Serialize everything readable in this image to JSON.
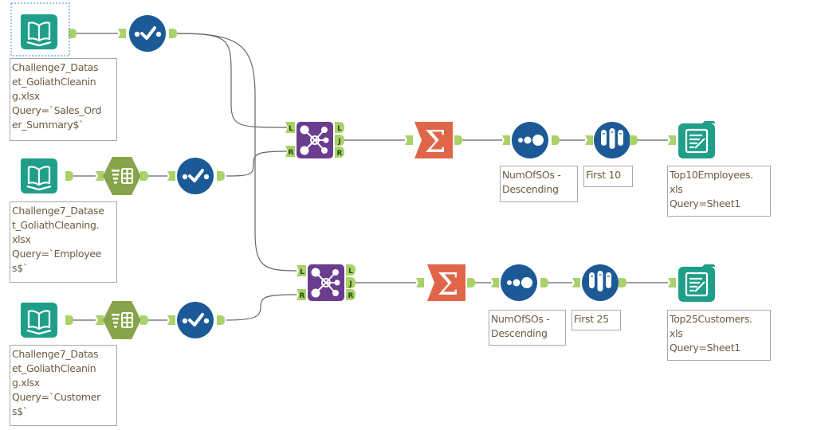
{
  "workflow": {
    "colors": {
      "input_teal": "#1f9e89",
      "select_blue": "#1b5a96",
      "filter_olive": "#88a44a",
      "join_purple": "#6a3d8f",
      "summarize_orange": "#e0664a",
      "anchor_green": "#a9d26a",
      "connector": "#666666",
      "annotation_text": "#6b5b3f",
      "selection": "#3a8ee6"
    },
    "tools": {
      "input1": {
        "icon": "input-data-icon",
        "annotation": "Challenge7_Datas\net_GoliathCleanin\ng.xlsx\nQuery=`Sales_Ord\ner_Summary$`"
      },
      "select1": {
        "icon": "select-icon"
      },
      "input2": {
        "icon": "input-data-icon",
        "annotation": "Challenge7_Datase\nt_GoliathCleaning.\nxlsx\nQuery=`Employee\ns$`"
      },
      "filter2": {
        "icon": "dynamic-select-icon"
      },
      "select2": {
        "icon": "select-icon"
      },
      "input3": {
        "icon": "input-data-icon",
        "annotation": "Challenge7_Datas\net_GoliathCleanin\ng.xlsx\nQuery=`Customer\ns$`"
      },
      "filter3": {
        "icon": "dynamic-select-icon"
      },
      "select3": {
        "icon": "select-icon"
      },
      "join1": {
        "icon": "join-icon",
        "in_left": "L",
        "in_right": "R",
        "out_left": "L",
        "out_join": "J",
        "out_right": "R"
      },
      "join2": {
        "icon": "join-icon",
        "in_left": "L",
        "in_right": "R",
        "out_left": "L",
        "out_join": "J",
        "out_right": "R"
      },
      "summarize1": {
        "icon": "summarize-icon",
        "glyph": "Σ"
      },
      "summarize2": {
        "icon": "summarize-icon",
        "glyph": "Σ"
      },
      "sort1": {
        "icon": "sort-icon",
        "annotation": "NumOfSOs -\nDescending"
      },
      "sort2": {
        "icon": "sort-icon",
        "annotation": "NumOfSOs -\nDescending"
      },
      "sample1": {
        "icon": "sample-icon",
        "annotation": "First 10"
      },
      "sample2": {
        "icon": "sample-icon",
        "annotation": "First 25"
      },
      "output1": {
        "icon": "output-data-icon",
        "annotation": "Top10Employees.\nxls\nQuery=Sheet1"
      },
      "output2": {
        "icon": "output-data-icon",
        "annotation": "Top25Customers.\nxls\nQuery=Sheet1"
      }
    }
  }
}
